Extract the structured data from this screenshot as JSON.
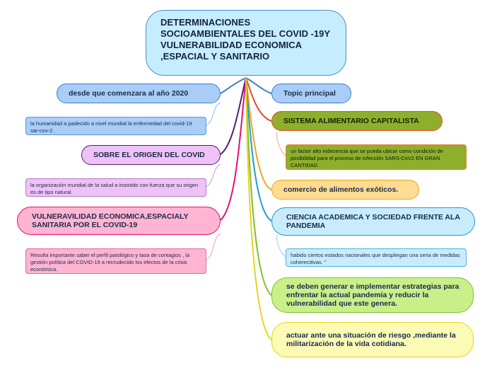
{
  "center": {
    "title": "DETERMINACIONES SOCIOAMBIENTALES DEL COVID -19Y VULNERABILIDAD ECONOMICA ,ESPACIAL Y SANITARIO"
  },
  "left": [
    {
      "label": "desde  que comenzara  al  año  2020",
      "note": "la humanidad a padecido a nivel mundial  la enfermedad del covid-19 sar-cov-2."
    },
    {
      "label": "SOBRE EL ORIGEN DEL COVID",
      "note": "la organización mundial  de la salud a insistido con fuerza  que su origen es de tipo natural."
    },
    {
      "label": "VULNERAVILIDAD ECONOMICA,ESPACIALY SANITARIA POR EL COVID-19",
      "note": "Resulta importante saber el perfil patológico  y tasa de contagios , la gestión política del COVID-19 a recrudecido los efectos de la crisis económica."
    }
  ],
  "right": [
    {
      "label": "Topic principal"
    },
    {
      "label": "SISTEMA ALIMENTARIO CAPITALISTA",
      "note": "un factor alto  indecencia que se pueda ubicar como condición de posibilidad para el proceso de infección SARS-CoV2 EN GRAN CANTIDAD ."
    },
    {
      "label": "comercio de alimentos exóticos."
    },
    {
      "label": "CIENCIA ACADEMICA Y SOCIEDAD FRENTE ALA PANDEMIA",
      "note": "habido ciertos estados nacionales que despliegan una seria de medidas coherecitivas. \""
    },
    {
      "label": "se deben generar e implementar estrategias para enfrentar la actual pandemia y reducir la vulnerabilidad que este genera."
    },
    {
      "label": "actuar ante una situación de riesgo ,mediante la militarización de la vida cotidiana."
    }
  ],
  "colors": {
    "left0": "#a9cdf7",
    "left1": "#eec2f7",
    "left2": "#ffb4d2",
    "right0": "#a9cdf7",
    "right1": "#8fae2c",
    "right2": "#ffdc91",
    "right3": "#c8ecfc",
    "right4": "#c9ef8b",
    "right5": "#fbfbb5"
  }
}
